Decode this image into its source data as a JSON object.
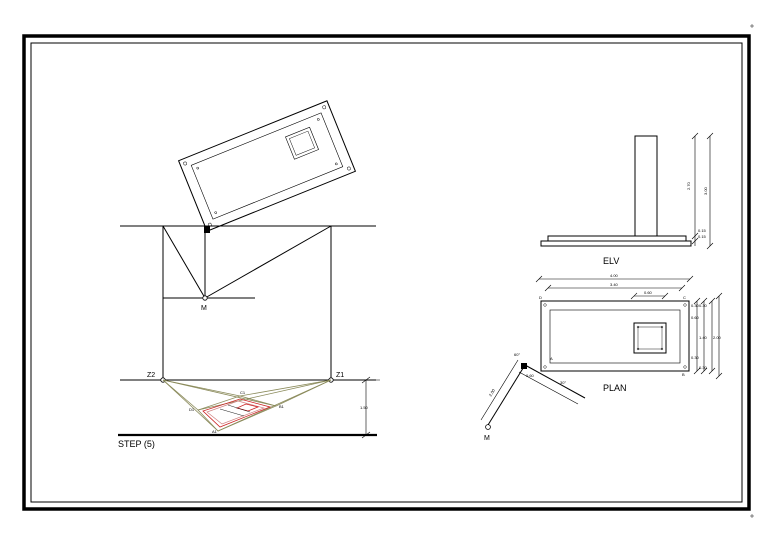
{
  "step_label": "STEP (5)",
  "elv_label": "ELV",
  "plan_label": "PLAN",
  "points": {
    "m_left": "M",
    "z2": "Z2",
    "z1": "Z1",
    "c1": "C1",
    "d1": "D1",
    "b1": "B1",
    "a1": "A1",
    "m_right": "M"
  },
  "plan_corner_labels": {
    "top_left": "D",
    "top_right": "C",
    "bottom_left": "A",
    "bottom_right": "B"
  },
  "dimensions": {
    "height_left": "1.50",
    "elv_270": "2.70",
    "elv_300": "3.00",
    "elv_015a": "0.15",
    "elv_015b": "0.15",
    "plan_width_outer": "4.00",
    "plan_width_inner": "3.40",
    "plan_square": "0.60",
    "plan_030a": "0.30",
    "plan_030b": "0.30",
    "plan_060": "0.60",
    "plan_140": "1.40",
    "plan_200": "2.00",
    "plan_030c": "0.30",
    "plan_030d": "0.30",
    "m_dist": "2.00",
    "m_offset": "0.60",
    "angle_60": "60°",
    "angle_30": "30°"
  }
}
